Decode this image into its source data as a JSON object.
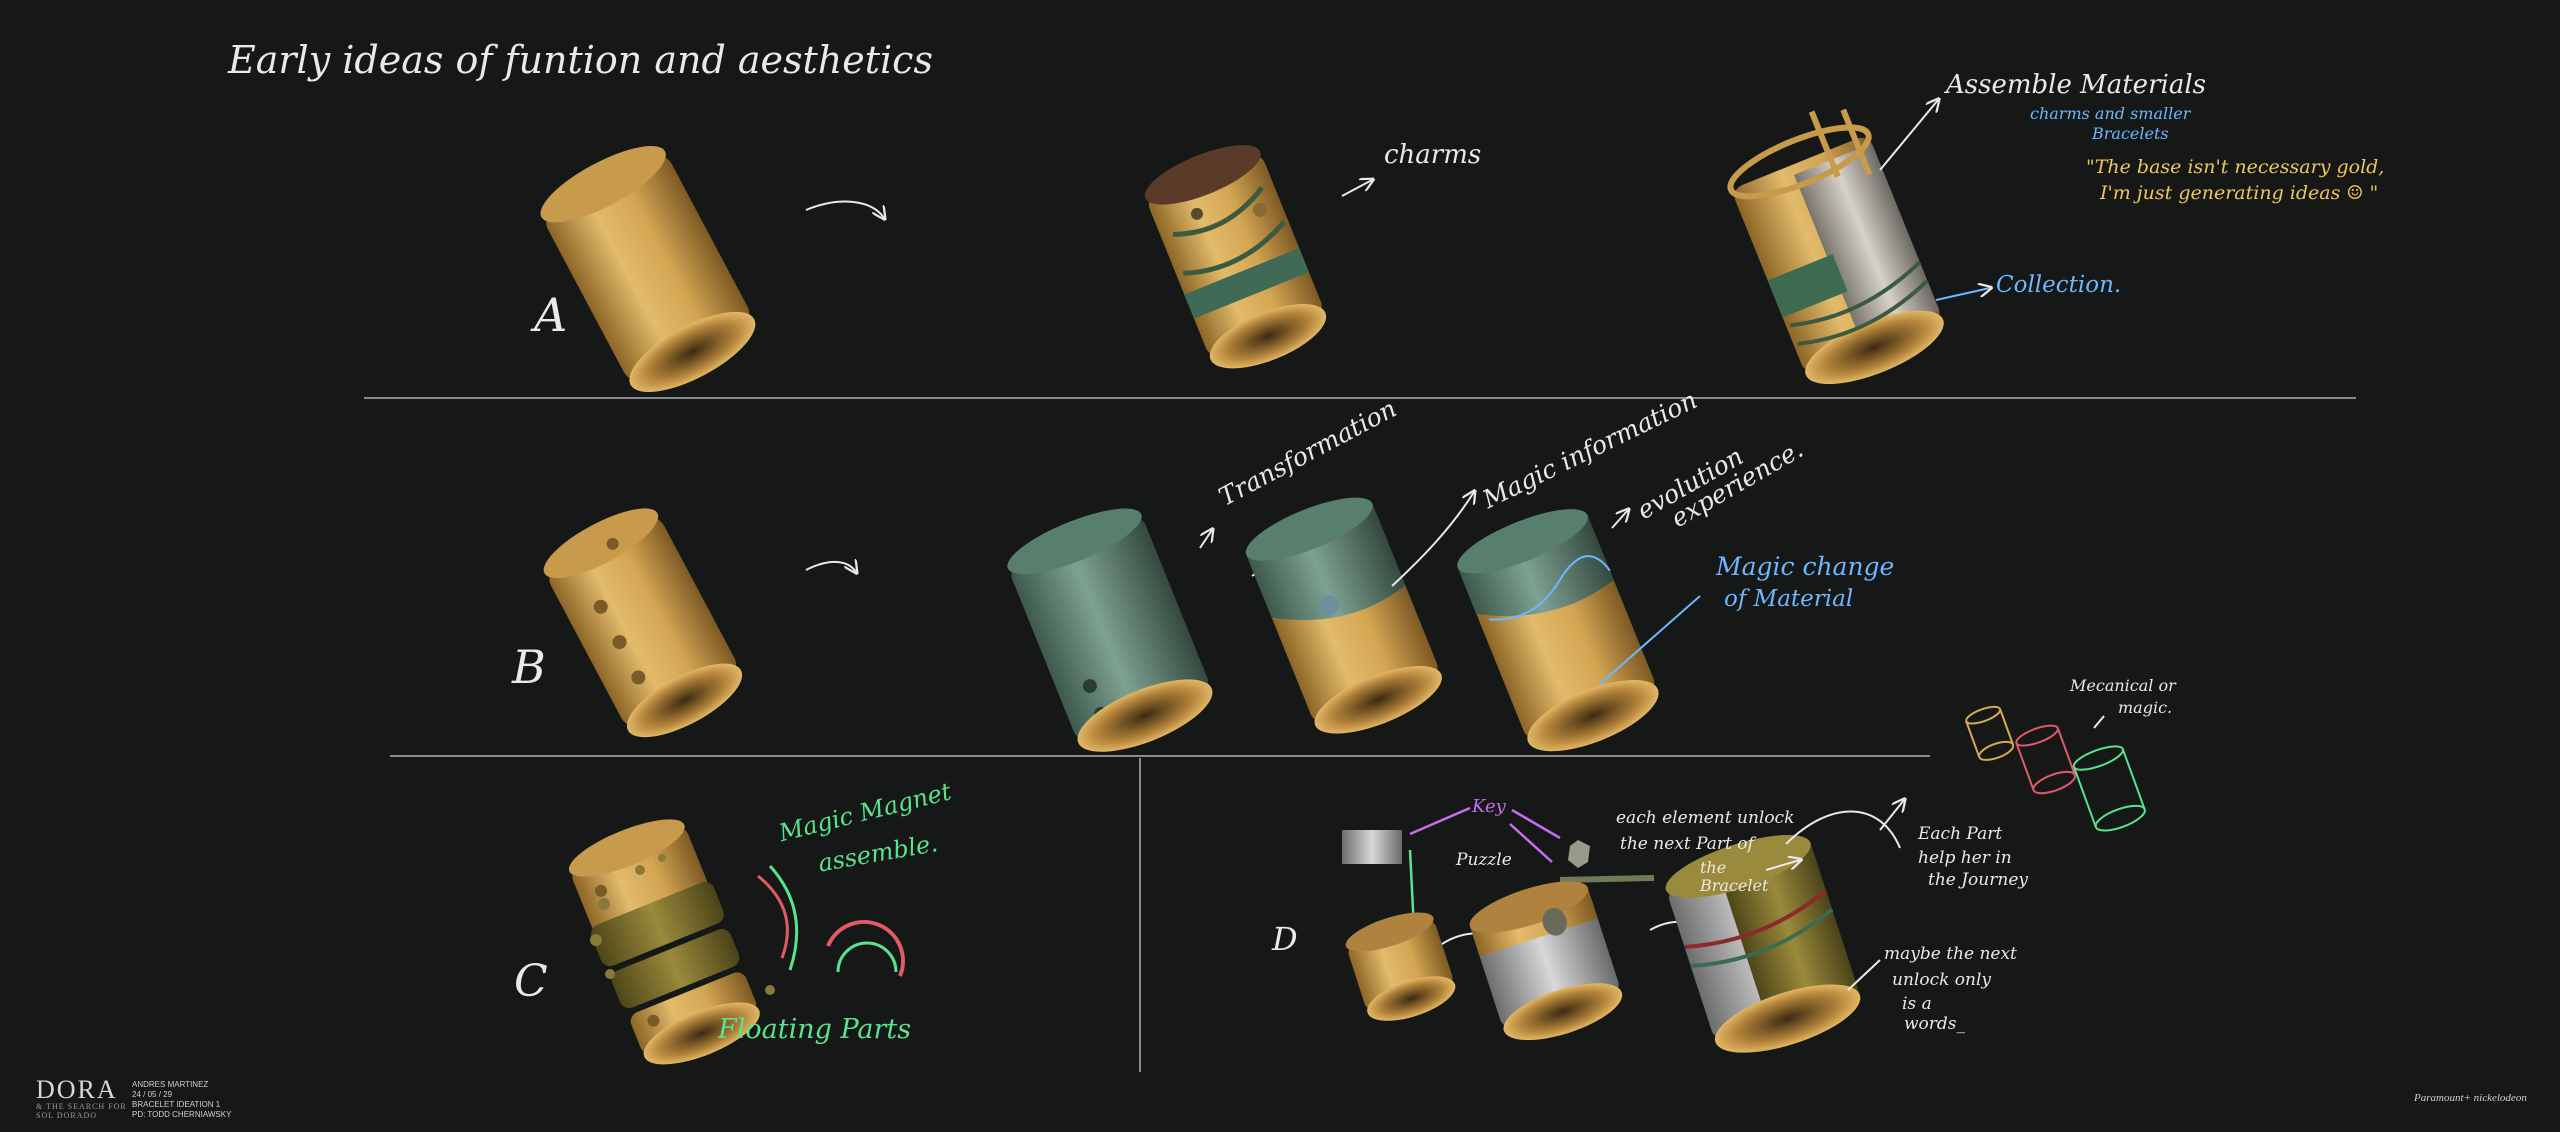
{
  "board": {
    "title": "Early ideas of funtion and aesthetics",
    "section_a": {
      "letter": "A",
      "charms_note": "charms",
      "assemble_title": "Assemble Materials",
      "assemble_sub_line1": "charms and smaller",
      "assemble_sub_line2": "Bracelets",
      "quote_line1": "\"The base isn't necessary gold,",
      "quote_line2": "I'm just generating ideas ☺ \"",
      "collection_note": "Collection."
    },
    "section_b": {
      "letter": "B",
      "transformation_note": "Transformation",
      "magic_information_note": "Magic information",
      "evolution_line1": "evolution",
      "evolution_line2": "experience.",
      "magic_change_line1": "Magic change",
      "magic_change_line2": "of Material"
    },
    "section_c": {
      "letter": "C",
      "magnet_line1": "Magic Magnet",
      "magnet_line2": "assemble.",
      "floating_note": "Floating Parts"
    },
    "section_d": {
      "letter": "D",
      "key_label": "Key",
      "puzzle_label": "Puzzle",
      "unlock_line1": "each element unlock",
      "unlock_line2": "the next Part of",
      "unlock_line3": "the",
      "unlock_line4": "Bracelet",
      "help_line1": "Each Part",
      "help_line2": "help her in",
      "help_line3": "the Journey",
      "mechanical_line1": "Mecanical or",
      "mechanical_line2": "magic.",
      "maybe_line1": "maybe the next",
      "maybe_line2": "unlock only",
      "maybe_line3": "is a",
      "maybe_line4": "words_"
    }
  },
  "footer": {
    "logo_title": "DORA",
    "logo_sub_line1": "& THE SEARCH FOR",
    "logo_sub_line2": "SOL DORADO",
    "credit_author": "ANDRES MARTINEZ",
    "credit_date": "24 / 05 / 29",
    "credit_project": "BRACELET IDEATION 1",
    "credit_pd": "PD: TODD CHERNIAWSKY",
    "studio_logos": "Paramount+  nickelodeon"
  },
  "colors": {
    "background": "#161818",
    "chalk": "#e9e9e9",
    "blue_note": "#6cb8ff",
    "green_note": "#59e38e",
    "yellow_note": "#f0c65a",
    "purple_note": "#c86cf0",
    "gold": "#d7a955",
    "patina": "#5f8a78"
  }
}
